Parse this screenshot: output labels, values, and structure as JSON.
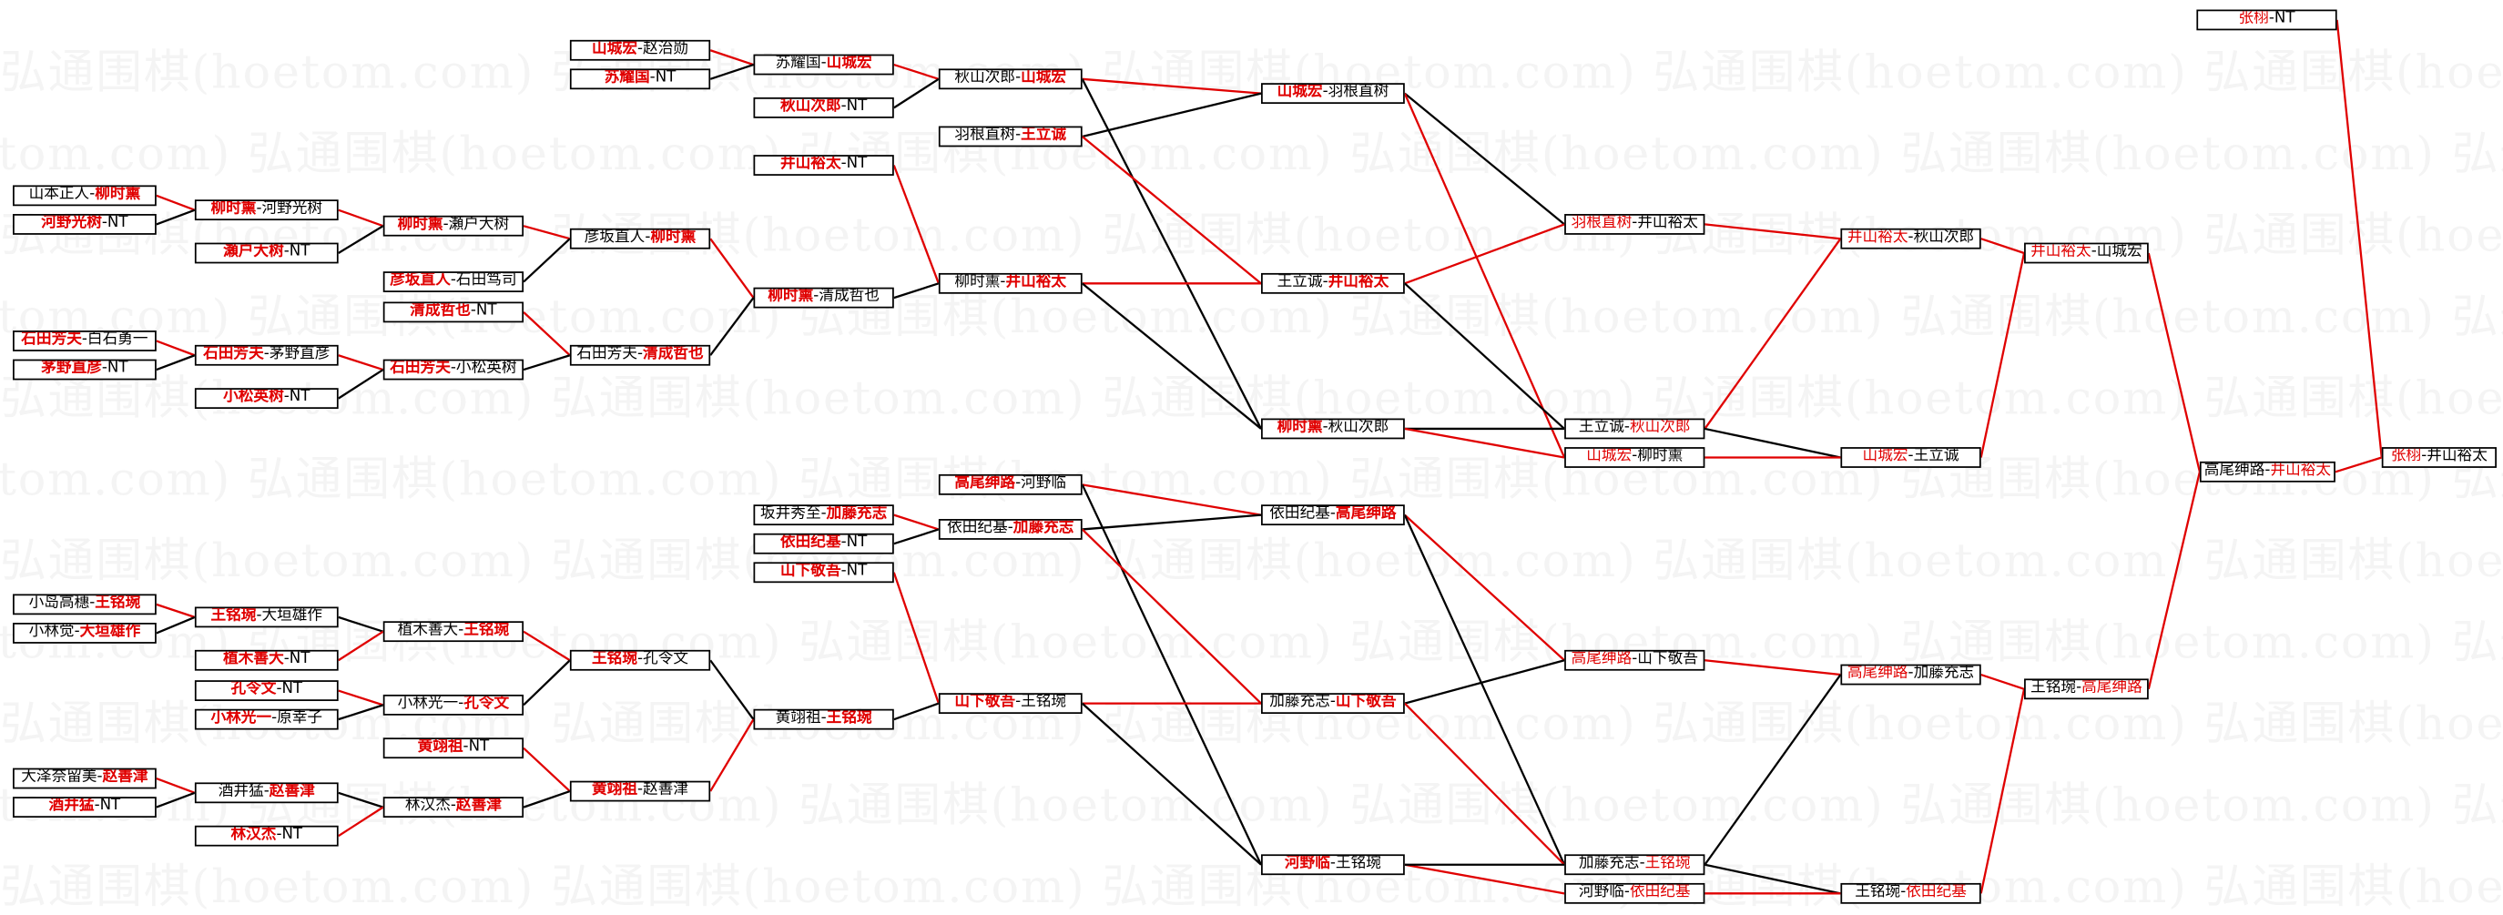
{
  "watermark": "弘通围棋(hoetom.com)",
  "colors": {
    "winner_text": "#e00000",
    "win_line": "#e00000",
    "loss_line": "#000000"
  },
  "bracket": {
    "r1": [
      {
        "id": "r1_0",
        "p1": "山本正人",
        "p2": "柳时熏",
        "winner": 2
      },
      {
        "id": "r1_1",
        "p1": "河野光树",
        "p2": "NT",
        "winner": 1
      },
      {
        "id": "r1_2",
        "p1": "瀬户大树",
        "p2": "NT",
        "winner": 1
      },
      {
        "id": "r1_3",
        "p1": "石田芳夫",
        "p2": "白石勇一",
        "winner": 1
      },
      {
        "id": "r1_4",
        "p1": "茅野直彦",
        "p2": "NT",
        "winner": 1
      },
      {
        "id": "r1_5",
        "p1": "小松英树",
        "p2": "NT",
        "winner": 1
      },
      {
        "id": "r1_6",
        "p1": "小岛高穗",
        "p2": "王铭琬",
        "winner": 2
      },
      {
        "id": "r1_7",
        "p1": "小林觉",
        "p2": "大垣雄作",
        "winner": 2
      },
      {
        "id": "r1_8",
        "p1": "植木善大",
        "p2": "NT",
        "winner": 1
      },
      {
        "id": "r1_9",
        "p1": "孔令文",
        "p2": "NT",
        "winner": 1
      },
      {
        "id": "r1_10",
        "p1": "小林光一",
        "p2": "原幸子",
        "winner": 1
      },
      {
        "id": "r1_11",
        "p1": "大泽奈留美",
        "p2": "赵善津",
        "winner": 2
      },
      {
        "id": "r1_12",
        "p1": "酒井猛",
        "p2": "NT",
        "winner": 1
      },
      {
        "id": "r1_13",
        "p1": "林汉杰",
        "p2": "NT",
        "winner": 1
      }
    ],
    "r2": [
      {
        "id": "r2_0",
        "p1": "柳时熏",
        "p2": "河野光树",
        "winner": 1
      },
      {
        "id": "r2_1",
        "p1": "石田芳夫",
        "p2": "茅野直彦",
        "winner": 1
      },
      {
        "id": "r2_2",
        "p1": "王铭琬",
        "p2": "大垣雄作",
        "winner": 1
      },
      {
        "id": "r2_3",
        "p1": "酒井猛",
        "p2": "赵善津",
        "winner": 2
      }
    ],
    "r3": [
      {
        "id": "r3_0",
        "p1": "柳时熏",
        "p2": "瀬户大树",
        "winner": 1
      },
      {
        "id": "r3_1",
        "p1": "彦坂直人",
        "p2": "石田笃司",
        "winner": 1
      },
      {
        "id": "r3_2",
        "p1": "清成哲也",
        "p2": "NT",
        "winner": 1
      },
      {
        "id": "r3_3",
        "p1": "石田芳夫",
        "p2": "小松英树",
        "winner": 1
      },
      {
        "id": "r3_4",
        "p1": "植木善大",
        "p2": "王铭琬",
        "winner": 2
      },
      {
        "id": "r3_5",
        "p1": "小林光一",
        "p2": "孔令文",
        "winner": 2
      },
      {
        "id": "r3_6",
        "p1": "黄翊祖",
        "p2": "NT",
        "winner": 1
      },
      {
        "id": "r3_7",
        "p1": "林汉杰",
        "p2": "赵善津",
        "winner": 2
      }
    ],
    "r4": [
      {
        "id": "r4_0",
        "p1": "山城宏",
        "p2": "赵治勋",
        "winner": 1
      },
      {
        "id": "r4_1",
        "p1": "苏耀国",
        "p2": "NT",
        "winner": 1
      },
      {
        "id": "r4_2",
        "p1": "彦坂直人",
        "p2": "柳时熏",
        "winner": 2
      },
      {
        "id": "r4_3",
        "p1": "石田芳夫",
        "p2": "清成哲也",
        "winner": 2
      },
      {
        "id": "r4_4",
        "p1": "王铭琬",
        "p2": "孔令文",
        "winner": 1
      },
      {
        "id": "r4_5",
        "p1": "黄翊祖",
        "p2": "赵善津",
        "winner": 1
      }
    ],
    "r5": [
      {
        "id": "r5_0",
        "p1": "苏耀国",
        "p2": "山城宏",
        "winner": 2
      },
      {
        "id": "r5_1",
        "p1": "秋山次郎",
        "p2": "NT",
        "winner": 1
      },
      {
        "id": "r5_2",
        "p1": "井山裕太",
        "p2": "NT",
        "winner": 1
      },
      {
        "id": "r5_3",
        "p1": "柳时熏",
        "p2": "清成哲也",
        "winner": 1
      },
      {
        "id": "r5_4",
        "p1": "坂井秀至",
        "p2": "加藤充志",
        "winner": 2
      },
      {
        "id": "r5_5",
        "p1": "依田纪基",
        "p2": "NT",
        "winner": 1
      },
      {
        "id": "r5_6",
        "p1": "山下敬吾",
        "p2": "NT",
        "winner": 1
      },
      {
        "id": "r5_7",
        "p1": "黄翊祖",
        "p2": "王铭琬",
        "winner": 2
      }
    ],
    "r6": [
      {
        "id": "r6_0",
        "p1": "秋山次郎",
        "p2": "山城宏",
        "winner": 2
      },
      {
        "id": "r6_1",
        "p1": "羽根直树",
        "p2": "王立诚",
        "winner": 2
      },
      {
        "id": "r6_2",
        "p1": "柳时熏",
        "p2": "井山裕太",
        "winner": 2
      },
      {
        "id": "r6_3",
        "p1": "高尾绅路",
        "p2": "河野临",
        "winner": 1
      },
      {
        "id": "r6_4",
        "p1": "依田纪基",
        "p2": "加藤充志",
        "winner": 2
      },
      {
        "id": "r6_5",
        "p1": "山下敬吾",
        "p2": "王铭琬",
        "winner": 1
      }
    ],
    "r7": [
      {
        "id": "r7_0",
        "p1": "山城宏",
        "p2": "羽根直树",
        "winner": 1
      },
      {
        "id": "r7_1",
        "p1": "王立诚",
        "p2": "井山裕太",
        "winner": 2
      },
      {
        "id": "r7_2",
        "p1": "柳时熏",
        "p2": "秋山次郎",
        "winner": 1
      },
      {
        "id": "r7_3",
        "p1": "依田纪基",
        "p2": "高尾绅路",
        "winner": 2
      },
      {
        "id": "r7_4",
        "p1": "加藤充志",
        "p2": "山下敬吾",
        "winner": 2
      },
      {
        "id": "r7_5",
        "p1": "河野临",
        "p2": "王铭琬",
        "winner": 1
      }
    ],
    "r8": [
      {
        "id": "r8_0",
        "p1": "羽根直树",
        "p2": "井山裕太",
        "winner": 1
      },
      {
        "id": "r8_1",
        "p1": "王立诚",
        "p2": "秋山次郎",
        "winner": 2
      },
      {
        "id": "r8_2",
        "p1": "山城宏",
        "p2": "柳时熏",
        "winner": 1
      },
      {
        "id": "r8_3",
        "p1": "高尾绅路",
        "p2": "山下敬吾",
        "winner": 1
      },
      {
        "id": "r8_4",
        "p1": "加藤充志",
        "p2": "王铭琬",
        "winner": 2
      },
      {
        "id": "r8_5",
        "p1": "河野临",
        "p2": "依田纪基",
        "winner": 2
      }
    ],
    "r9": [
      {
        "id": "r9_0",
        "p1": "井山裕太",
        "p2": "秋山次郎",
        "winner": 1
      },
      {
        "id": "r9_1",
        "p1": "山城宏",
        "p2": "王立诚",
        "winner": 1
      },
      {
        "id": "r9_2",
        "p1": "高尾绅路",
        "p2": "加藤充志",
        "winner": 1
      },
      {
        "id": "r9_3",
        "p1": "王铭琬",
        "p2": "依田纪基",
        "winner": 2
      }
    ],
    "r10": [
      {
        "id": "r10_0",
        "p1": "井山裕太",
        "p2": "山城宏",
        "winner": 1
      },
      {
        "id": "r10_1",
        "p1": "王铭琬",
        "p2": "高尾绅路",
        "winner": 2
      }
    ],
    "r11": [
      {
        "id": "r11_0",
        "p1": "高尾绅路",
        "p2": "井山裕太",
        "winner": 2
      }
    ],
    "r12": [
      {
        "id": "r12_0",
        "p1": "张栩",
        "p2": "NT",
        "winner": 1
      },
      {
        "id": "r12_1",
        "p1": "张栩",
        "p2": "井山裕太",
        "winner": 1
      }
    ]
  }
}
